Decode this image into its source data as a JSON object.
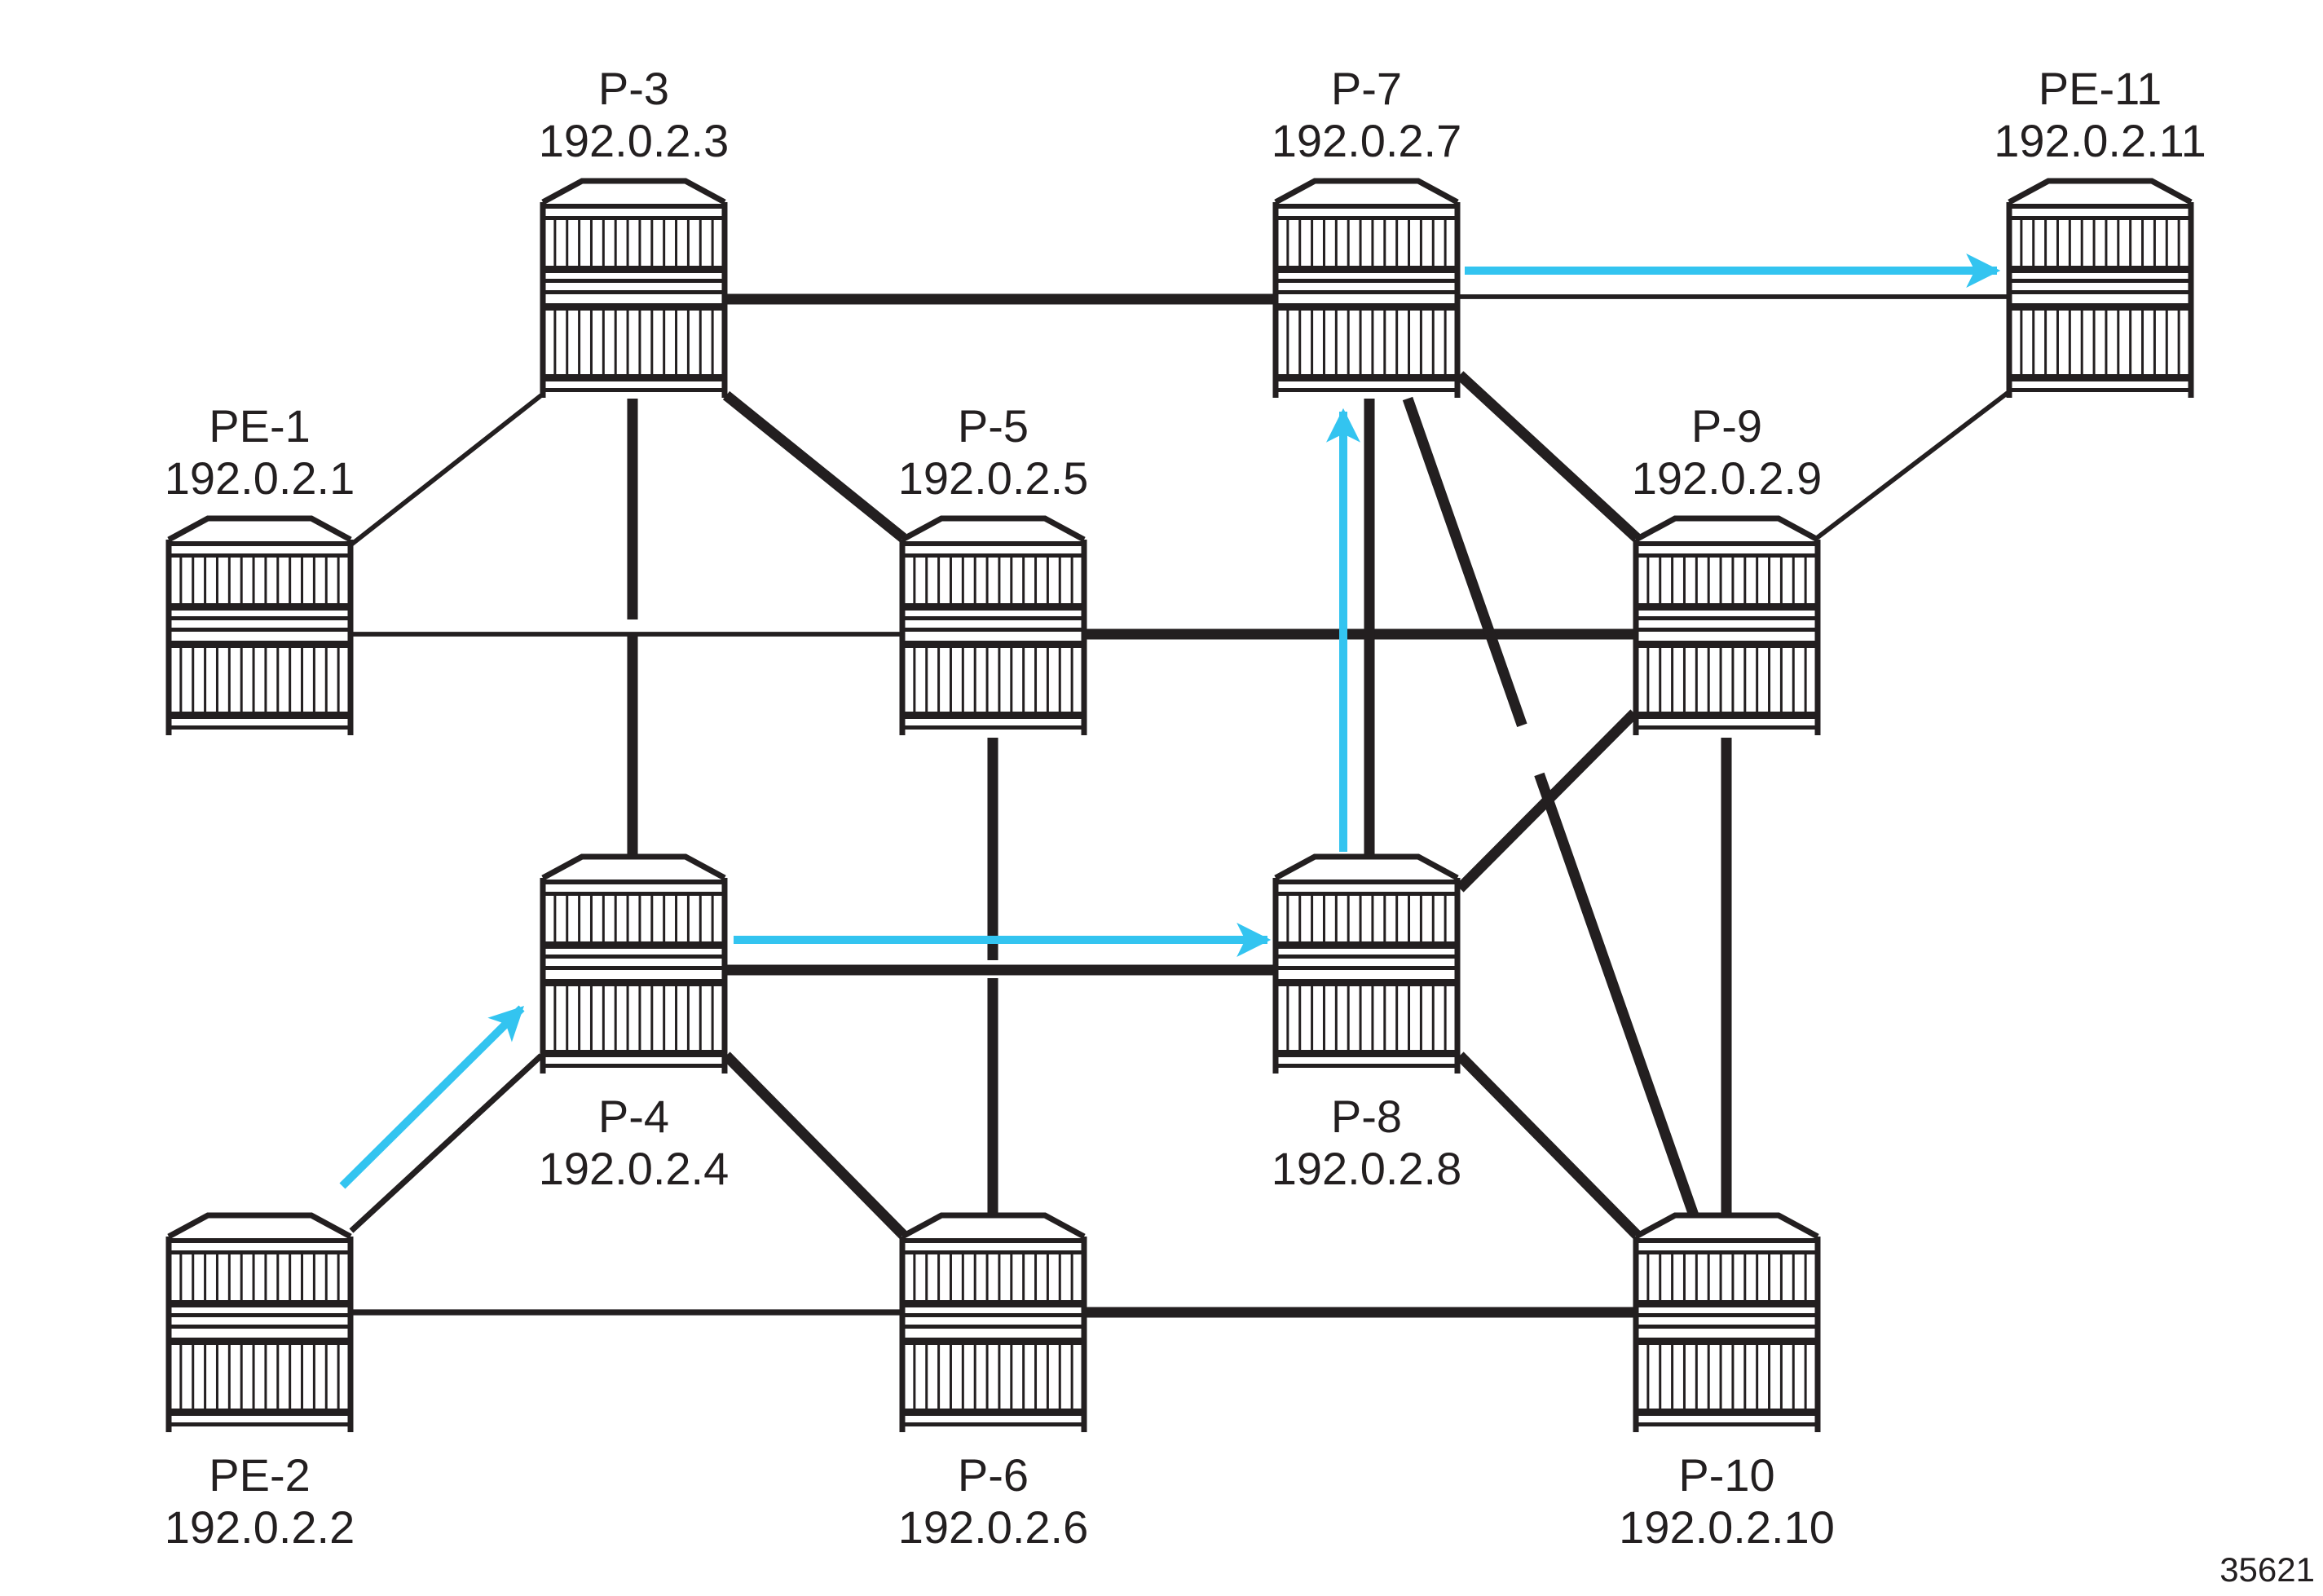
{
  "diagram": {
    "figure_id": "35621",
    "colors": {
      "line": "#231f20",
      "path_arrow": "#33c4f0",
      "background": "#ffffff"
    },
    "nodes": [
      {
        "id": "PE-1",
        "name": "PE-1",
        "ip": "192.0.2.1",
        "role": "PE",
        "label_position": "above"
      },
      {
        "id": "PE-2",
        "name": "PE-2",
        "ip": "192.0.2.2",
        "role": "PE",
        "label_position": "below"
      },
      {
        "id": "P-3",
        "name": "P-3",
        "ip": "192.0.2.3",
        "role": "P",
        "label_position": "above"
      },
      {
        "id": "P-4",
        "name": "P-4",
        "ip": "192.0.2.4",
        "role": "P",
        "label_position": "below"
      },
      {
        "id": "P-5",
        "name": "P-5",
        "ip": "192.0.2.5",
        "role": "P",
        "label_position": "above"
      },
      {
        "id": "P-6",
        "name": "P-6",
        "ip": "192.0.2.6",
        "role": "P",
        "label_position": "below"
      },
      {
        "id": "P-7",
        "name": "P-7",
        "ip": "192.0.2.7",
        "role": "P",
        "label_position": "above"
      },
      {
        "id": "P-8",
        "name": "P-8",
        "ip": "192.0.2.8",
        "role": "P",
        "label_position": "below"
      },
      {
        "id": "P-9",
        "name": "P-9",
        "ip": "192.0.2.9",
        "role": "P",
        "label_position": "above"
      },
      {
        "id": "P-10",
        "name": "P-10",
        "ip": "192.0.2.10",
        "role": "P",
        "label_position": "below"
      },
      {
        "id": "PE-11",
        "name": "PE-11",
        "ip": "192.0.2.11",
        "role": "PE",
        "label_position": "above"
      }
    ],
    "links": [
      {
        "from": "PE-1",
        "to": "P-3",
        "weight": "thin"
      },
      {
        "from": "PE-1",
        "to": "P-5",
        "weight": "thin"
      },
      {
        "from": "PE-2",
        "to": "P-4",
        "weight": "thin"
      },
      {
        "from": "PE-2",
        "to": "P-6",
        "weight": "thin"
      },
      {
        "from": "P-3",
        "to": "P-7",
        "weight": "thick"
      },
      {
        "from": "P-3",
        "to": "P-5",
        "weight": "thick"
      },
      {
        "from": "P-3",
        "to": "P-4",
        "weight": "thick"
      },
      {
        "from": "P-4",
        "to": "P-8",
        "weight": "thick"
      },
      {
        "from": "P-4",
        "to": "P-6",
        "weight": "thick"
      },
      {
        "from": "P-5",
        "to": "P-9",
        "weight": "thick"
      },
      {
        "from": "P-5",
        "to": "P-6",
        "weight": "thick"
      },
      {
        "from": "P-6",
        "to": "P-10",
        "weight": "thick"
      },
      {
        "from": "P-7",
        "to": "P-8",
        "weight": "thick"
      },
      {
        "from": "P-7",
        "to": "P-9",
        "weight": "thick"
      },
      {
        "from": "P-7",
        "to": "P-10",
        "weight": "thick"
      },
      {
        "from": "P-7",
        "to": "PE-11",
        "weight": "thin"
      },
      {
        "from": "P-8",
        "to": "P-9",
        "weight": "thick"
      },
      {
        "from": "P-8",
        "to": "P-10",
        "weight": "thick"
      },
      {
        "from": "P-9",
        "to": "P-10",
        "weight": "thick"
      },
      {
        "from": "P-9",
        "to": "PE-11",
        "weight": "thin"
      }
    ],
    "path": [
      "PE-2",
      "P-4",
      "P-8",
      "P-7",
      "PE-11"
    ]
  }
}
